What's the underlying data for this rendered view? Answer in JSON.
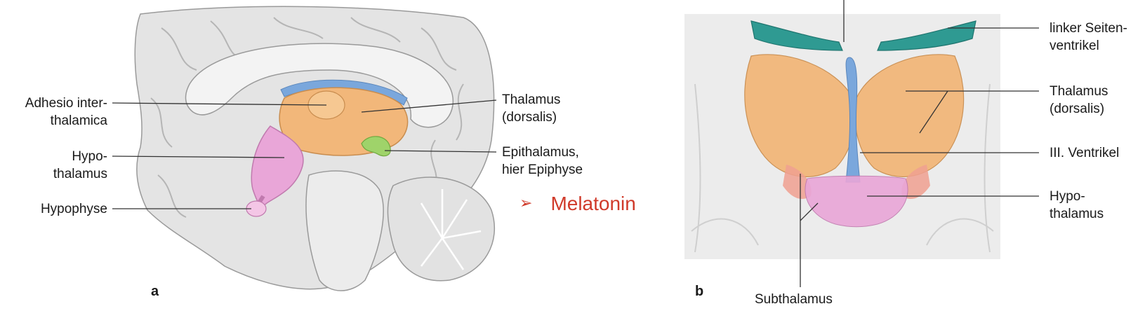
{
  "panel_a": {
    "letter": "a",
    "labels": {
      "adhesio_line1": "Adhesio inter-",
      "adhesio_line2": "thalamica",
      "hypothalamus_line1": "Hypo-",
      "hypothalamus_line2": "thalamus",
      "hypophyse": "Hypophyse",
      "thalamus_line1": "Thalamus",
      "thalamus_line2": "(dorsalis)",
      "epithalamus_line1": "Epithalamus,",
      "epithalamus_line2": "hier Epiphyse"
    }
  },
  "annotation": {
    "arrow": "➢",
    "text": "Melatonin",
    "color": "#d03a2a"
  },
  "panel_b": {
    "letter": "b",
    "labels": {
      "seitenventrikel_line1": "linker Seiten-",
      "seitenventrikel_line2": "ventrikel",
      "thalamus_line1": "Thalamus",
      "thalamus_line2": "(dorsalis)",
      "ventrikel3": "III. Ventrikel",
      "hypothalamus_line1": "Hypo-",
      "hypothalamus_line2": "thalamus",
      "subthalamus": "Subthalamus"
    }
  },
  "colors": {
    "thalamus": "#f2b77a",
    "hypothalamus": "#e9a6d8",
    "epithalamus": "#9fd36a",
    "ventricle_blue": "#7aa7dc",
    "lateral_ventricle": "#2f9a92",
    "subthalamus": "#f0a090"
  }
}
